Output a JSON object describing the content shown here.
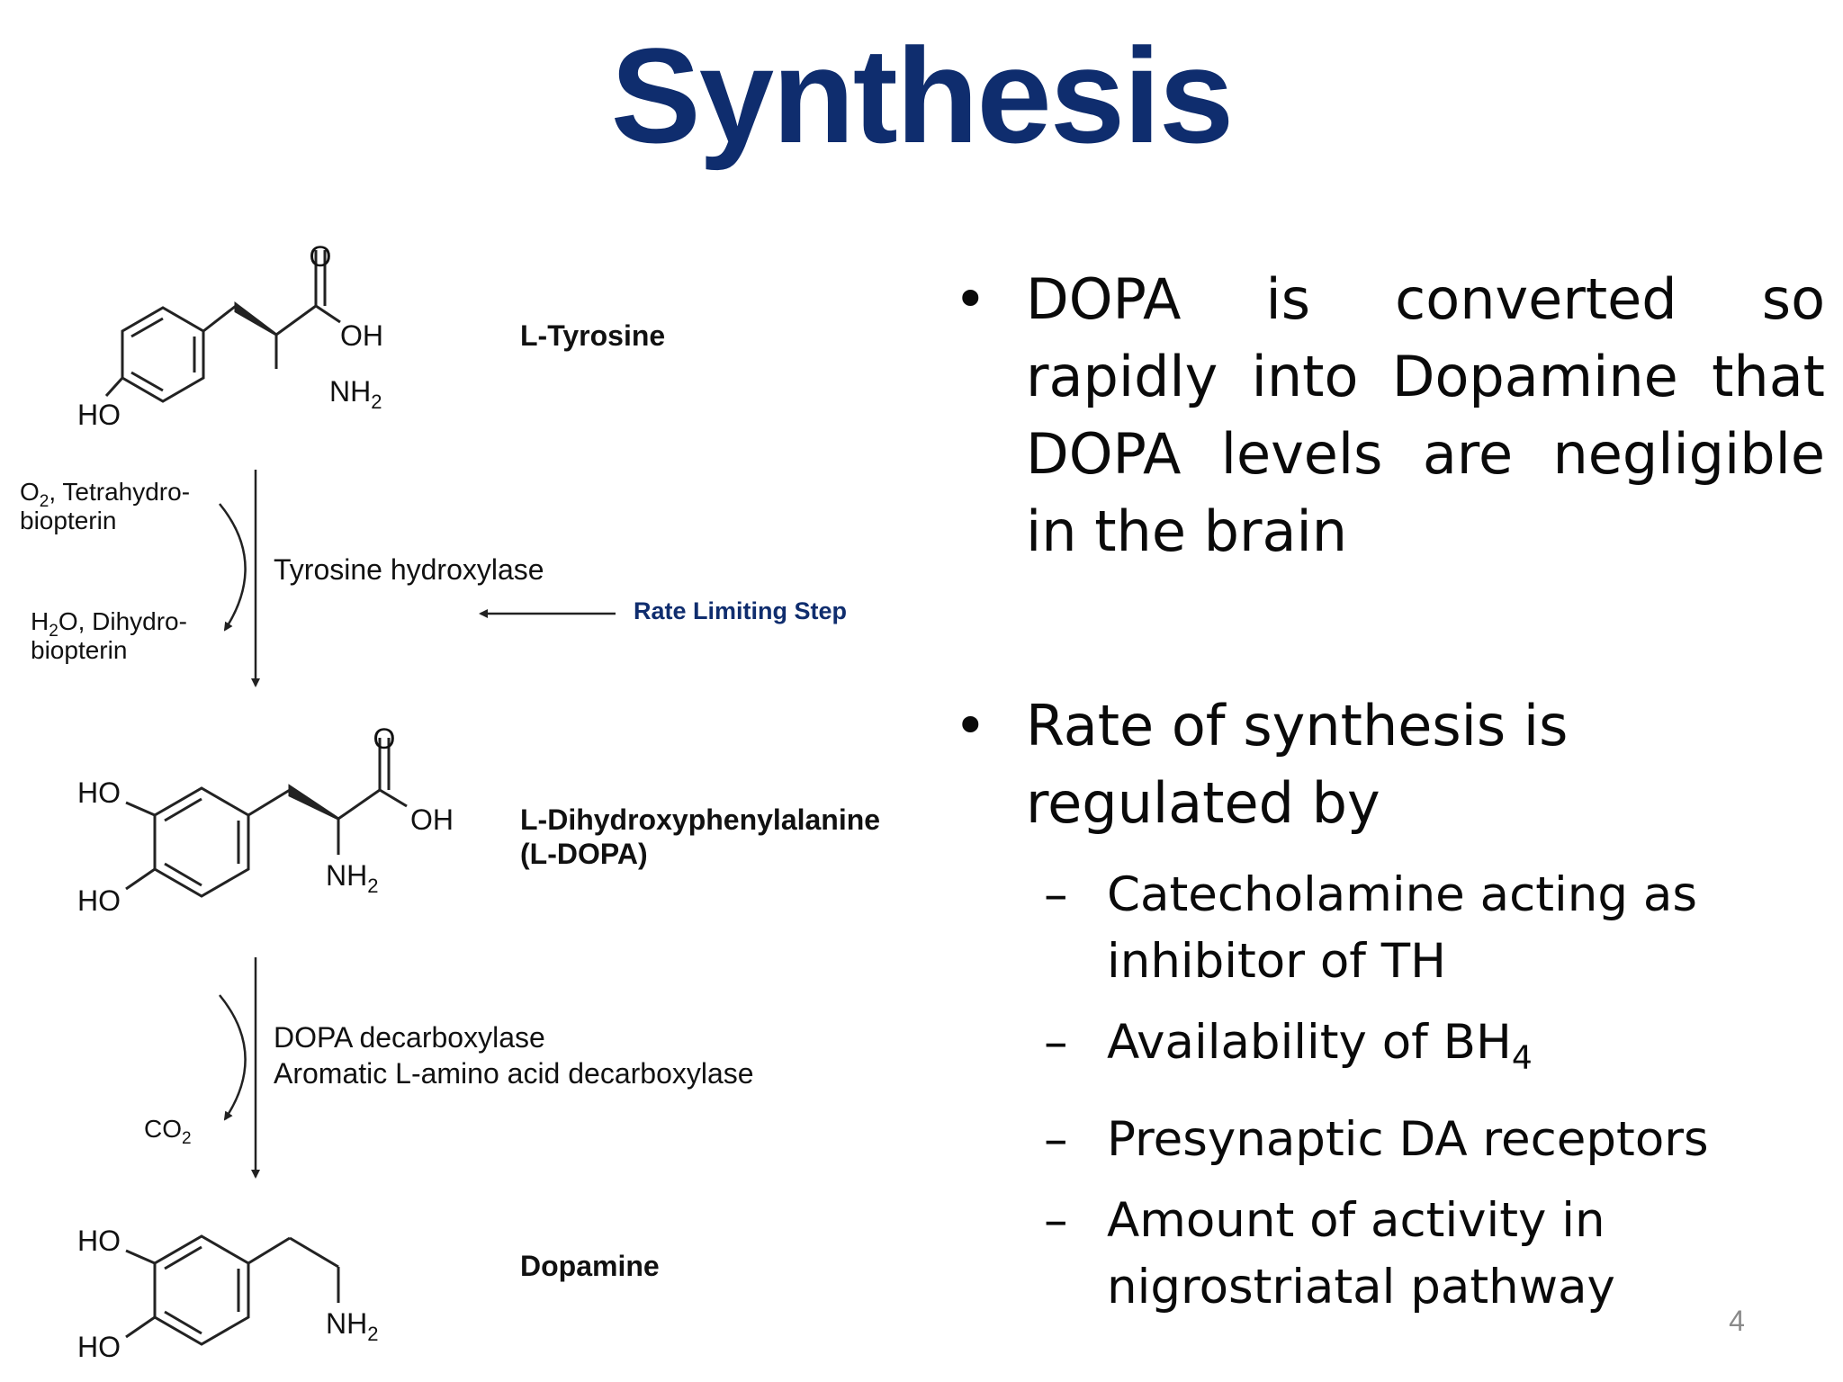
{
  "slide": {
    "title": "Synthesis",
    "page_number": "4"
  },
  "scheme": {
    "compounds": [
      {
        "name": "L-Tyrosine"
      },
      {
        "name": "L-Dihydroxyphenylalanine",
        "name_line2": "(L-DOPA)"
      },
      {
        "name": "Dopamine"
      }
    ],
    "atom_labels": {
      "o": "O",
      "oh": "OH",
      "ho": "HO",
      "nh": "NH",
      "sub2": "2"
    },
    "step1": {
      "enzyme": "Tyrosine hydroxylase",
      "cofactor_in_a": "O",
      "cofactor_in_sub": "2",
      "cofactor_in_b": ", Tetrahydro-",
      "cofactor_in_line2": "biopterin",
      "cofactor_out_a": "H",
      "cofactor_out_sub": "2",
      "cofactor_out_b": "O, Dihydro-",
      "cofactor_out_line2": "biopterin",
      "annotation": "Rate Limiting Step",
      "annotation_color": "#0f2d6e"
    },
    "step2": {
      "enzyme_line1": "DOPA decarboxylase",
      "enzyme_line2": "Aromatic L-amino acid decarboxylase",
      "byproduct_a": "CO",
      "byproduct_sub": "2"
    }
  },
  "bullets": {
    "b1": "DOPA is converted so rapidly into Dopamine that DOPA levels are negligible in the brain",
    "b2": "Rate of synthesis is regulated by",
    "marker": "•",
    "dash": "–",
    "subs": [
      {
        "text": "Catecholamine acting as inhibitor of TH"
      },
      {
        "text": "Availability of BH",
        "subscript": "4"
      },
      {
        "text": "Presynaptic DA receptors"
      },
      {
        "text": "Amount of activity in nigrostriatal pathway"
      }
    ]
  },
  "colors": {
    "title": "#0f2d6e",
    "text": "#0a0a0a"
  }
}
